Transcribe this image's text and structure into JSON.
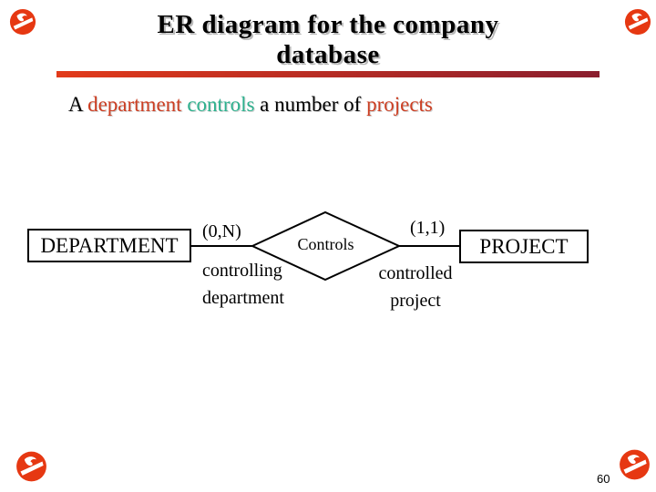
{
  "slide": {
    "title_line1": "ER diagram for the company",
    "title_line2": "database",
    "subtitle": {
      "part1": "A ",
      "part2": "department",
      "part3": " ",
      "part4": "controls",
      "part5": " a number of ",
      "part6": "projects"
    },
    "page_number": "60"
  },
  "diagram": {
    "entity_left": "DEPARTMENT",
    "entity_right": "PROJECT",
    "relationship": "Controls",
    "cardinality_left": "(0,N)",
    "cardinality_right": "(1,1)",
    "role_left": "controlling\ndepartment",
    "role_right": "controlled\nproject"
  },
  "colors": {
    "highlight_red": "#cc3e22",
    "highlight_teal": "#2eb18e",
    "rule_gradient_start": "#e23a1a",
    "rule_gradient_end": "#8a1e2e",
    "logo_red": "#e63812"
  },
  "icons": {
    "corner_logo": "griffin-logo-icon"
  }
}
